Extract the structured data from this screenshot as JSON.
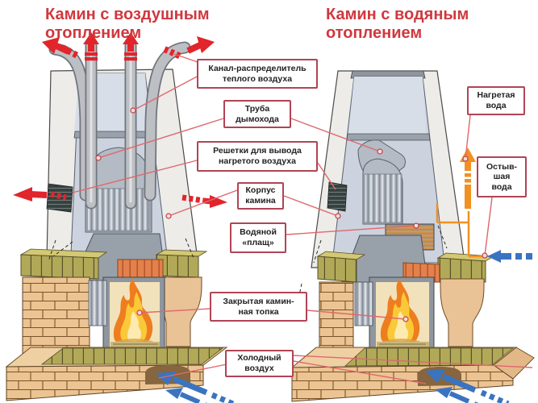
{
  "titles": {
    "left": "Камин с воздушным\nотоплением",
    "right": "Камин с водяным\nотоплением"
  },
  "labels": {
    "air_duct": "Канал-распределитель\nтеплого воздуха",
    "chimney_pipe": "Труба\nдымохода",
    "air_grilles": "Решетки для вывода\nнагретого воздуха",
    "fireplace_body": "Корпус\nкамина",
    "water_jacket": "Водяной\n«плащ»",
    "closed_firebox": "Закрытая камин-\nная топка",
    "cold_air": "Холодный\nвоздух",
    "heated_water": "Нагретая\nвода",
    "cooled_water": "Остыв-\nшая\nвода"
  },
  "flows": {
    "hot_air_arrows": "red",
    "cold_air_arrows": "blue",
    "heated_water_arrow": "orange",
    "cooled_water_arrow": "blue"
  },
  "colors": {
    "title_red": "#d0383e",
    "label_border": "#b04455",
    "leader_line": "#df686e",
    "hot_air_red": "#e2242b",
    "cold_air_blue": "#3a74c0",
    "water_orange": "#f19122",
    "brick_tan": "#ecc493",
    "brick_green": "#b2a958",
    "background": "#ffffff"
  }
}
